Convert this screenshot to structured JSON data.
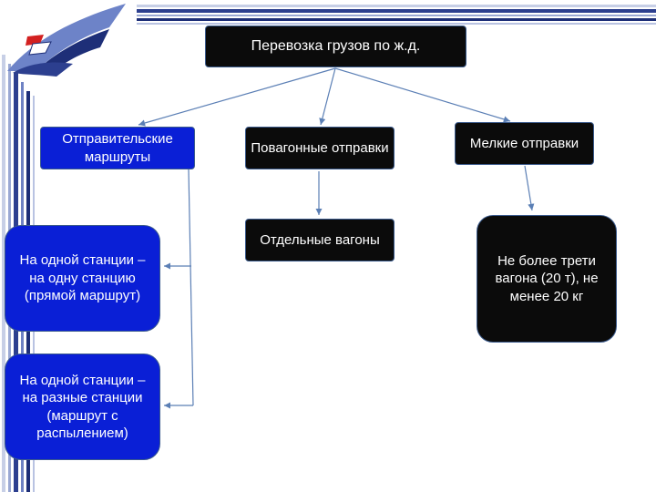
{
  "diagram": {
    "root": "Перевозка грузов по ж.д.",
    "categories": {
      "route": "Отправительские маршруты",
      "wagon": "Повагонные отправки",
      "small": "Мелкие отправки"
    },
    "details": {
      "route_direct": "На одной станции – на одну станцию (прямой маршрут)",
      "route_spray": "На одной станции – на разные станции (маршрут с распылением)",
      "wagon_detail": "Отдельные вагоны",
      "small_detail": "Не более трети вагона (20 т), не менее 20 кг"
    }
  },
  "colors": {
    "dark_box": "#0b0b0b",
    "blue_box": "#0a1fd6",
    "arrow": "#5b7fb5"
  }
}
